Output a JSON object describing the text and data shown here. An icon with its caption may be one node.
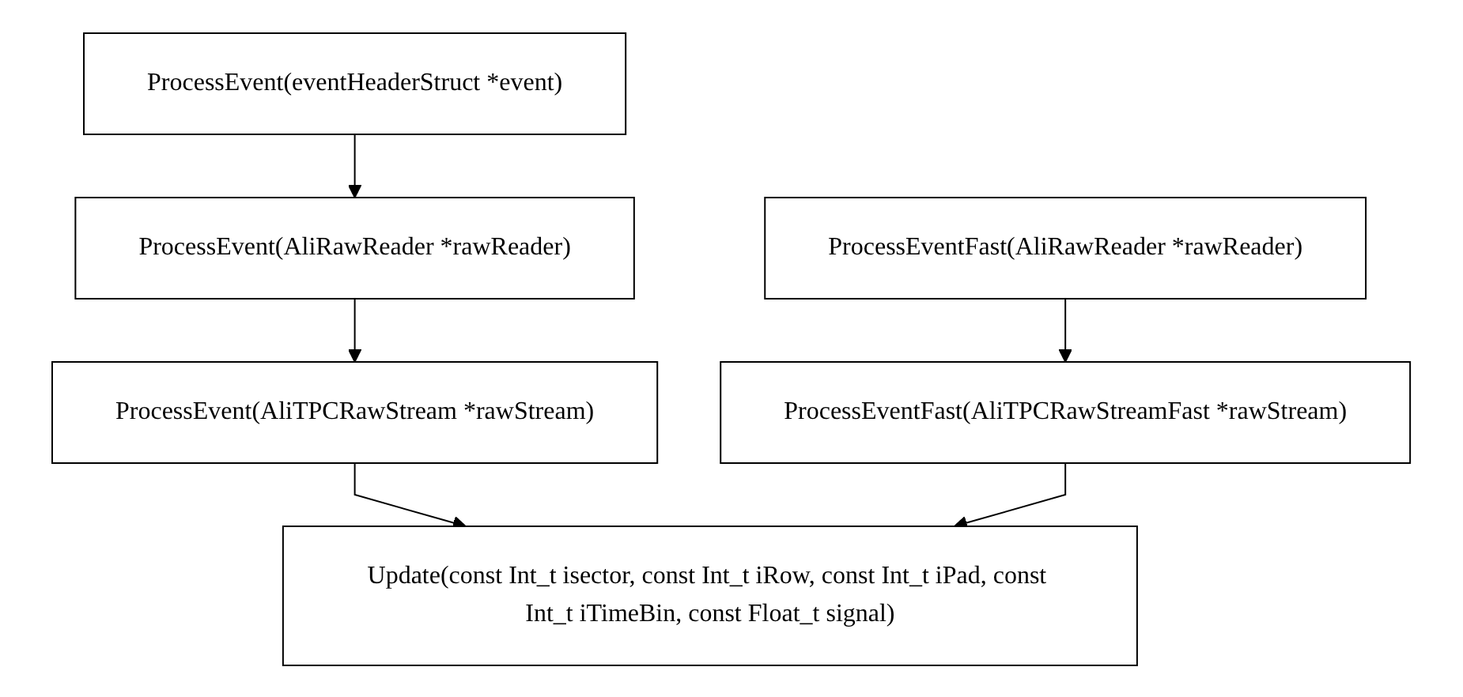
{
  "diagram": {
    "nodes": [
      {
        "text": [
          "ProcessEvent(eventHeaderStruct *event)"
        ]
      },
      {
        "text": [
          "ProcessEvent(AliRawReader *rawReader)"
        ]
      },
      {
        "text": [
          "ProcessEventFast(AliRawReader *rawReader)"
        ]
      },
      {
        "text": [
          "ProcessEvent(AliTPCRawStream *rawStream)"
        ]
      },
      {
        "text": [
          "ProcessEventFast(AliTPCRawStreamFast *rawStream)"
        ]
      },
      {
        "text": [
          "Update(const Int_t isector, const Int_t iRow, const Int_t iPad, const Int_t iTimeBin, const Float_t signal)"
        ]
      }
    ],
    "edges": [
      {
        "from": 0,
        "to": 1,
        "arrow": "to"
      },
      {
        "from": 1,
        "to": 3,
        "arrow": "to"
      },
      {
        "from": 2,
        "to": 4,
        "arrow": "to"
      },
      {
        "from": 3,
        "to": 5,
        "arrow": "to"
      },
      {
        "from": 4,
        "to": 5,
        "arrow": "to"
      }
    ]
  }
}
